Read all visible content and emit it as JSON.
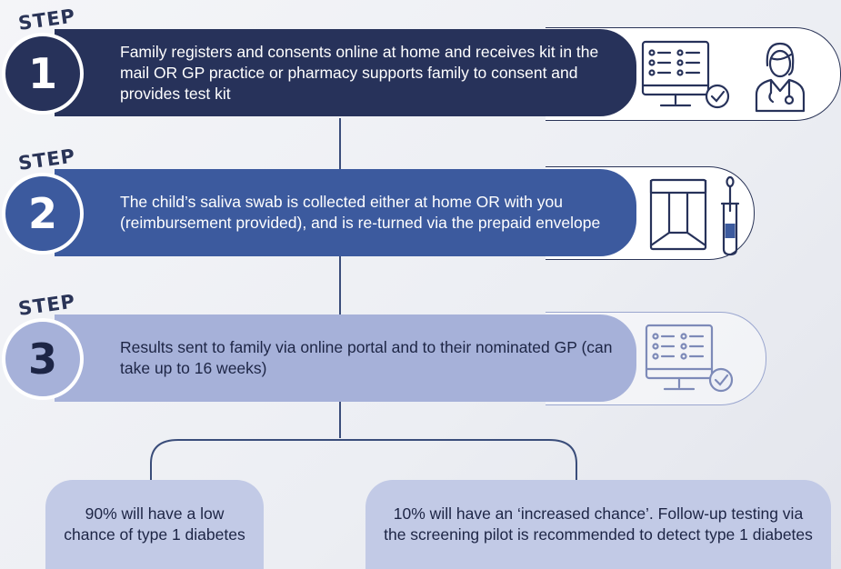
{
  "steps": [
    {
      "word": "STEP",
      "number": "1",
      "text": "Family registers and consents online at home and receives kit in the mail OR GP practice or pharmacy supports family to consent and provides test kit",
      "bar_color": "#27325a",
      "icons": [
        "computer-checklist-icon",
        "doctor-icon"
      ]
    },
    {
      "word": "STEP",
      "number": "2",
      "text": "The child’s saliva swab is collected either at home OR with you (reimbursement provided), and is re-turned via the prepaid envelope",
      "bar_color": "#3c5a9e",
      "icons": [
        "envelope-icon",
        "swab-tube-icon"
      ]
    },
    {
      "word": "STEP",
      "number": "3",
      "text": "Results sent to family via online portal and to their nominated GP (can take up to 16 weeks)",
      "bar_color": "#a6b1d9",
      "icons": [
        "computer-checklist-icon"
      ]
    }
  ],
  "outcomes": [
    {
      "text": "90% will have a low chance of type 1 diabetes"
    },
    {
      "text": "10% will have an ‘increased chance’. Follow-up testing via the screening pilot is recommended to detect type 1 diabetes"
    }
  ]
}
